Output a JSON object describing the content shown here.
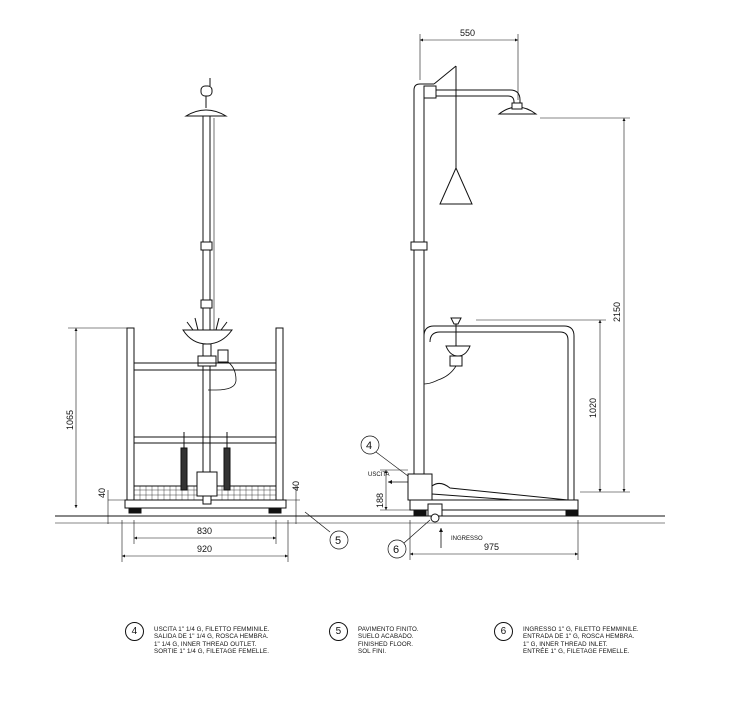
{
  "dimensions": {
    "front_height": "1065",
    "front_left_base": "40",
    "front_right_base": "40",
    "front_inner_width": "830",
    "front_total_width": "920",
    "side_arm": "550",
    "side_shower_height": "2150",
    "side_eyewash_height": "1020",
    "side_base": "188",
    "side_depth": "975"
  },
  "labels": {
    "outlet": "USCITA",
    "inlet": "INGRESSO"
  },
  "callouts": [
    "4",
    "5",
    "6"
  ],
  "legend": [
    {
      "num": "4",
      "lines": [
        "USCITA 1\" 1/4 G, FILETTO FEMMINILE.",
        "SALIDA DE 1\" 1/4 G, ROSCA HEMBRA.",
        "1\" 1/4 G, INNER THREAD OUTLET.",
        "SORTIE 1\" 1/4 G, FILETAGE FEMELLE."
      ]
    },
    {
      "num": "5",
      "lines": [
        "PAVIMENTO FINITO.",
        "SUELO ACABADO.",
        "FINISHED FLOOR.",
        "SOL FINI."
      ]
    },
    {
      "num": "6",
      "lines": [
        "INGRESSO 1\" G, FILETTO FEMMINILE.",
        "ENTRADA DE 1\" G, ROSCA HEMBRA.",
        "1\" G, INNER THREAD INLET.",
        "ENTRÉE 1\" G, FILETAGE FEMELLE."
      ]
    }
  ]
}
